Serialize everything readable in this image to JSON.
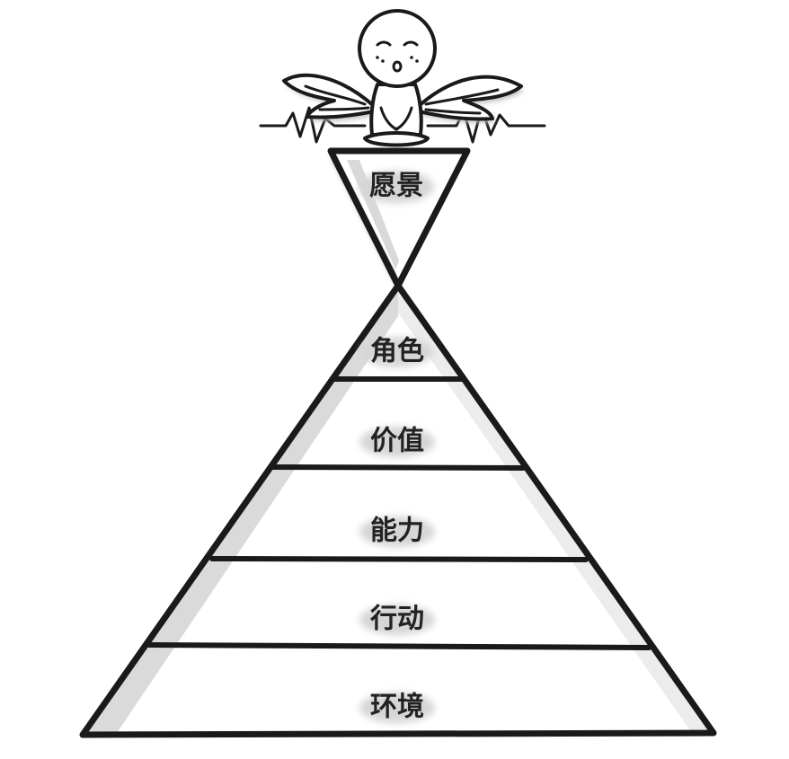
{
  "diagram": {
    "top_label": "愿景",
    "levels": [
      {
        "label": "角色"
      },
      {
        "label": "价值"
      },
      {
        "label": "能力"
      },
      {
        "label": "行动"
      },
      {
        "label": "环境"
      }
    ],
    "figure_icon": "angel-figure-icon",
    "colors": {
      "stroke": "#1a1a1a",
      "fill": "#ffffff",
      "shade": "#cfcfcf"
    }
  }
}
